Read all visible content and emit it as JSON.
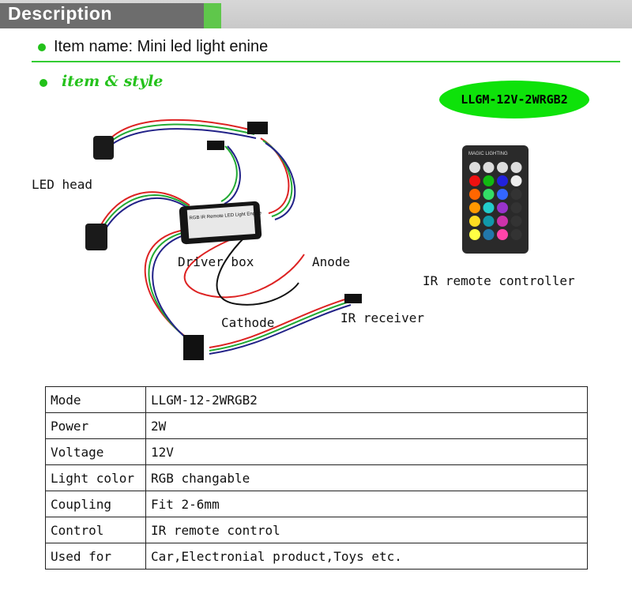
{
  "header": {
    "title": "Description",
    "accent": "#5fc74b",
    "tab_color": "#6d6d6d"
  },
  "item_name": "Item name: Mini led light enine",
  "style_heading": "item & style",
  "model_badge": {
    "text": "LLGM-12V-2WRGB2",
    "color": "#0ee20a"
  },
  "labels": {
    "led_head": "LED head",
    "driver_box": "Driver box",
    "anode": "Anode",
    "cathode": "Cathode",
    "ir_receiver": "IR receiver",
    "remote": "IR remote controller"
  },
  "product_print": {
    "box": "RGB IR Remote LED Light Engine",
    "remote": "MAGIC LIGHTING"
  },
  "specs": [
    {
      "key": "Mode",
      "value": "LLGM-12-2WRGB2"
    },
    {
      "key": "Power",
      "value": "2W"
    },
    {
      "key": "Voltage",
      "value": "12V"
    },
    {
      "key": "Light color",
      "value": "RGB changable"
    },
    {
      "key": "Coupling",
      "value": "Fit 2-6mm"
    },
    {
      "key": "Control",
      "value": "IR remote control"
    },
    {
      "key": "Used for",
      "value": "Car,Electronial product,Toys etc."
    }
  ]
}
